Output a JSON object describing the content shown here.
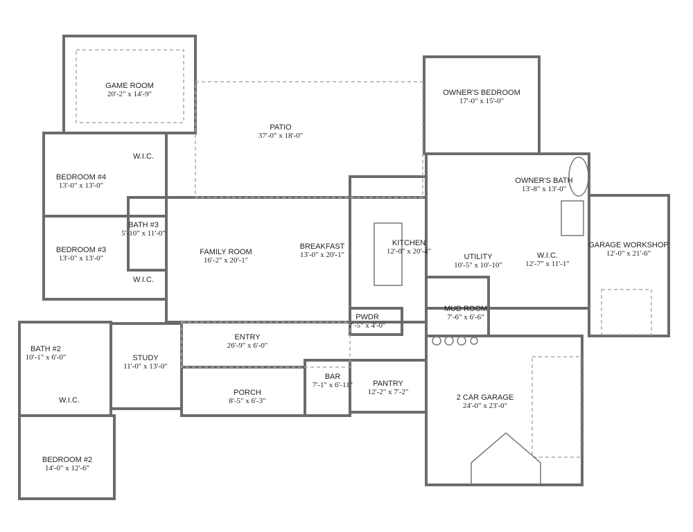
{
  "plan": {
    "wall_color": "#6b6b6b",
    "rooms": [
      {
        "name": "GAME ROOM",
        "dims": "20'-2\" x 14'-9\""
      },
      {
        "name": "PATIO",
        "dims": "37'-0\" x 18'-0\""
      },
      {
        "name": "OWNER'S BEDROOM",
        "dims": "17'-0\" x 15'-0\""
      },
      {
        "name": "BEDROOM #4",
        "dims": "13'-0\" x 13'-0\""
      },
      {
        "name": "W.I.C.",
        "dims": ""
      },
      {
        "name": "BATH #3",
        "dims": "5'-10\" x 11'-0\""
      },
      {
        "name": "BEDROOM #3",
        "dims": "13'-0\" x 13'-0\""
      },
      {
        "name": "W.I.C.",
        "dims": ""
      },
      {
        "name": "FAMILY ROOM",
        "dims": "16'-2\" x 20'-1\""
      },
      {
        "name": "BREAKFAST",
        "dims": "13'-0\" x 20'-1\""
      },
      {
        "name": "KITCHEN",
        "dims": "12'-0\" x 20'-4\""
      },
      {
        "name": "UTILITY",
        "dims": "10'-5\" x 10'-10\""
      },
      {
        "name": "OWNER'S BATH",
        "dims": "13'-8\" x 13'-0\""
      },
      {
        "name": "W.I.C.",
        "dims": "12'-7\" x 11'-1\""
      },
      {
        "name": "GARAGE WORKSHOP",
        "dims": "12'-0\" x 21'-6\""
      },
      {
        "name": "MUD ROOM",
        "dims": "7'-6\" x 6'-6\""
      },
      {
        "name": "PWDR",
        "dims": "7'-5\" x 4'-0\""
      },
      {
        "name": "BATH #2",
        "dims": "10'-1\" x 6'-0\""
      },
      {
        "name": "W.I.C.",
        "dims": ""
      },
      {
        "name": "STUDY",
        "dims": "11'-0\" x 13'-0\""
      },
      {
        "name": "ENTRY",
        "dims": "26'-9\" x 6'-0\""
      },
      {
        "name": "PORCH",
        "dims": "8'-5\" x 6'-3\""
      },
      {
        "name": "BAR",
        "dims": "7'-1\" x 6'-11\""
      },
      {
        "name": "PANTRY",
        "dims": "12'-2\" x 7'-2\""
      },
      {
        "name": "2 CAR GARAGE",
        "dims": "24'-0\" x 23'-0\""
      },
      {
        "name": "BEDROOM #2",
        "dims": "14'-0\" x 12'-6\""
      }
    ]
  }
}
